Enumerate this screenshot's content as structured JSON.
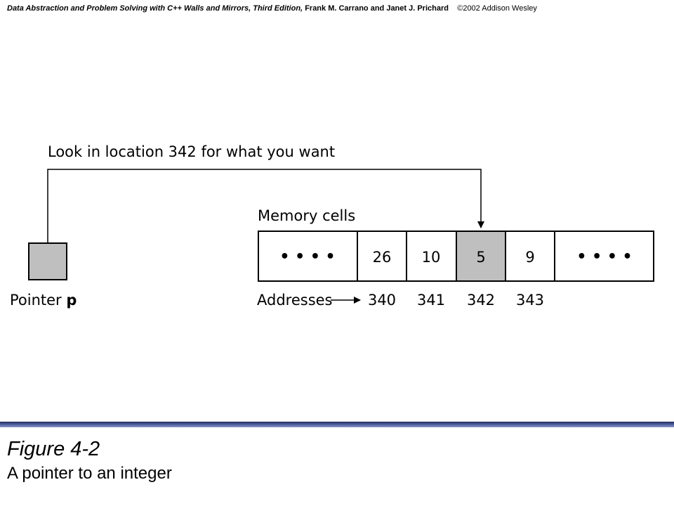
{
  "header": {
    "book_title": "Data Abstraction  and Problem Solving with C++ Walls and Mirrors, Third Edition,",
    "authors": "Frank M. Carrano  and  Janet J. Prichard",
    "copyright": "©2002  Addison Wesley"
  },
  "diagram": {
    "instruction": "Look in location 342 for what you want",
    "memory_label": "Memory cells",
    "pointer_label_prefix": "Pointer ",
    "pointer_name": "p",
    "addresses_label": "Addresses",
    "cells": [
      {
        "value": "•  •  •  •",
        "highlighted": false
      },
      {
        "value": "26",
        "address": "340",
        "highlighted": false
      },
      {
        "value": "10",
        "address": "341",
        "highlighted": false
      },
      {
        "value": "5",
        "address": "342",
        "highlighted": true
      },
      {
        "value": "9",
        "address": "343",
        "highlighted": false
      },
      {
        "value": "•  •  •  •",
        "highlighted": false
      }
    ],
    "colors": {
      "highlight_fill": "#bfbfbf",
      "pointer_fill": "#bfbfbf",
      "stroke": "#000000"
    }
  },
  "footer": {
    "figure_title": "Figure 4-2",
    "figure_caption": "A pointer to an integer",
    "bar_color": "#3a4a8a"
  }
}
